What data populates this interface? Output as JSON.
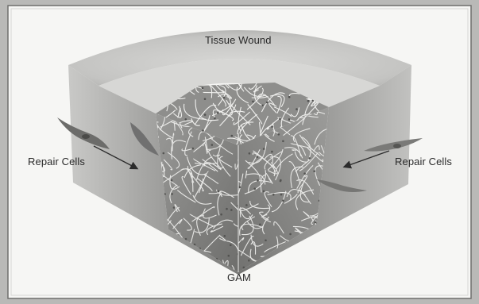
{
  "labels": {
    "top": "Tissue Wound",
    "left": "Repair Cells",
    "right": "Repair Cells",
    "bottom": "GAM"
  },
  "colors": {
    "frame_bg": "#f6f6f4",
    "border": "#6f6f6d",
    "outer_bg": "#b9b9b7",
    "tissue_face": "#8a8a88",
    "tissue_top": "#dcdcda",
    "matrix_fiber": "#f4f4f2",
    "matrix_bg": "#7d7d7b",
    "cell": "#6a6a68",
    "arrow": "#2b2b2b"
  }
}
